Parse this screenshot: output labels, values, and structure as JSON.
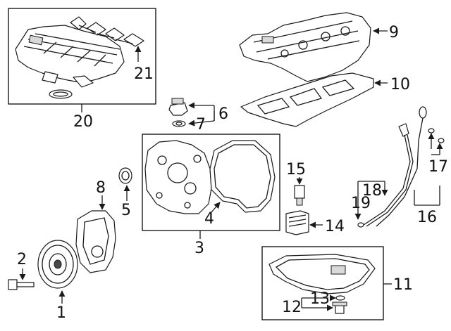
{
  "callouts": {
    "c1": "1",
    "c2": "2",
    "c3": "3",
    "c4": "4",
    "c5": "5",
    "c6": "6",
    "c7": "7",
    "c8": "8",
    "c9": "9",
    "c10": "10",
    "c11": "11",
    "c12": "12",
    "c13": "13",
    "c14": "14",
    "c15": "15",
    "c16": "16",
    "c17": "17",
    "c18": "18",
    "c19": "19",
    "c20": "20",
    "c21": "21"
  },
  "colors": {
    "line": "#1a1a1a",
    "fill": "#ffffff",
    "shade": "#d9d9d9"
  }
}
